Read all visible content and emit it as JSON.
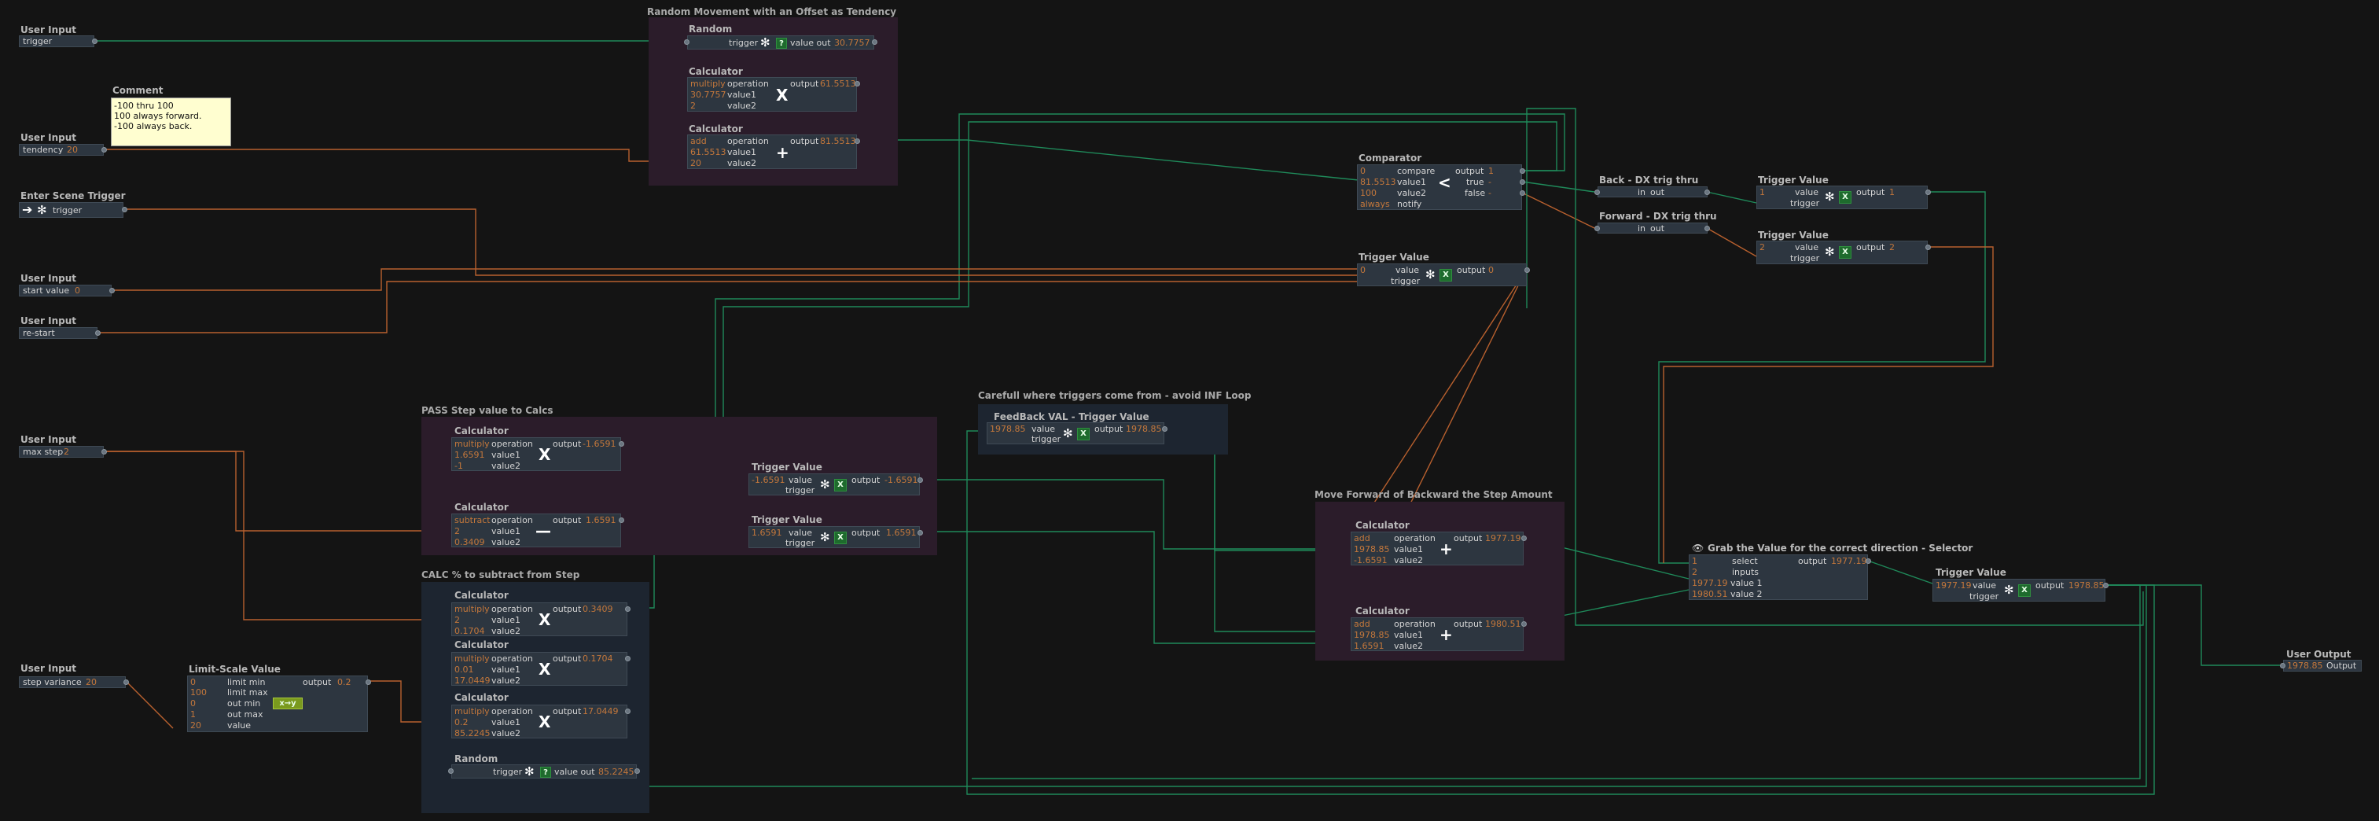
{
  "groups": {
    "random_movement": "Random Movement with an Offset as Tendency",
    "pass_step": "PASS Step value to Calcs",
    "calc_pct": "CALC % to subtract from Step",
    "feedback": "Carefull where triggers come from - avoid INF Loop",
    "move_forward": "Move Forward of Backward the Step Amount"
  },
  "user_input_trigger": {
    "title": "User Input",
    "label": "trigger"
  },
  "comment": {
    "title": "Comment",
    "text": "-100 thru 100\n100 always forward.\n-100 always back."
  },
  "user_input_tendency": {
    "title": "User Input",
    "label": "tendency",
    "value": "20"
  },
  "enter_scene": {
    "title": "Enter Scene Trigger",
    "label": "trigger"
  },
  "user_input_start": {
    "title": "User Input",
    "label": "start value",
    "value": "0"
  },
  "user_input_restart": {
    "title": "User Input",
    "label": "re-start"
  },
  "user_input_maxstep": {
    "title": "User Input",
    "label": "max step",
    "value": "2"
  },
  "user_input_variance": {
    "title": "User Input",
    "label": "step variance",
    "value": "20"
  },
  "limit_scale": {
    "title": "Limit-Scale Value",
    "rows": [
      {
        "in": "0",
        "label": "limit min"
      },
      {
        "in": "100",
        "label": "limit max"
      },
      {
        "in": "0",
        "label": "out min"
      },
      {
        "in": "1",
        "label": "out max"
      },
      {
        "in": "20",
        "label": "value"
      }
    ],
    "output_label": "output",
    "output_value": "0.2",
    "icon": "x→y"
  },
  "random_top": {
    "title": "Random",
    "trigger": "trigger",
    "out_label": "value out",
    "out_value": "30.7757"
  },
  "calc_r1": {
    "title": "Calculator",
    "op_in": "multiply",
    "v1_in": "30.7757",
    "v2_in": "2",
    "op": "X",
    "out": "61.5513"
  },
  "calc_r2": {
    "title": "Calculator",
    "op_in": "add",
    "v1_in": "61.5513",
    "v2_in": "20",
    "op": "+",
    "out": "81.5513"
  },
  "comparator": {
    "title": "Comparator",
    "rows": [
      {
        "in": "0",
        "label": "compare"
      },
      {
        "in": "81.5513",
        "label": "value1"
      },
      {
        "in": "100",
        "label": "value2"
      },
      {
        "in": "always",
        "label": "notify"
      }
    ],
    "op": "<",
    "outputs": [
      {
        "label": "output",
        "value": "1"
      },
      {
        "label": "true",
        "value": "-"
      },
      {
        "label": "false",
        "value": "-"
      }
    ]
  },
  "back_dx": {
    "title": "Back - DX trig thru",
    "in": "in",
    "out": "out"
  },
  "forward_dx": {
    "title": "Forward - DX trig thru",
    "in": "in",
    "out": "out"
  },
  "tv_right1": {
    "title": "Trigger Value",
    "in": "1",
    "value_label": "value",
    "trigger_label": "trigger",
    "out_label": "output",
    "out": "1"
  },
  "tv_right2": {
    "title": "Trigger Value",
    "in": "2",
    "value_label": "value",
    "trigger_label": "trigger",
    "out_label": "output",
    "out": "2"
  },
  "tv_start": {
    "title": "Trigger Value",
    "in": "0",
    "value_label": "value",
    "trigger_label": "trigger",
    "out_label": "output",
    "out": "0"
  },
  "feedback_tv": {
    "title": "FeedBack VAL - Trigger Value",
    "in": "1978.85",
    "value_label": "value",
    "trigger_label": "trigger",
    "out_label": "output",
    "out": "1978.85"
  },
  "pass_c1": {
    "title": "Calculator",
    "op_in": "multiply",
    "v1_in": "1.6591",
    "v2_in": "-1",
    "op": "X",
    "out": "-1.6591"
  },
  "pass_c2": {
    "title": "Calculator",
    "op_in": "subtract",
    "v1_in": "2",
    "v2_in": "0.3409",
    "op": "—",
    "out": "1.6591"
  },
  "pass_tv1": {
    "title": "Trigger Value",
    "in": "-1.6591",
    "value_label": "value",
    "trigger_label": "trigger",
    "out_label": "output",
    "out": "-1.6591"
  },
  "pass_tv2": {
    "title": "Trigger Value",
    "in": "1.6591",
    "value_label": "value",
    "trigger_label": "trigger",
    "out_label": "output",
    "out": "1.6591"
  },
  "pct_c1": {
    "title": "Calculator",
    "op_in": "multiply",
    "v1_in": "2",
    "v2_in": "0.1704",
    "op": "X",
    "out": "0.3409"
  },
  "pct_c2": {
    "title": "Calculator",
    "op_in": "multiply",
    "v1_in": "0.01",
    "v2_in": "17.0449",
    "op": "X",
    "out": "0.1704"
  },
  "pct_c3": {
    "title": "Calculator",
    "op_in": "multiply",
    "v1_in": "0.2",
    "v2_in": "85.2245",
    "op": "X",
    "out": "17.0449"
  },
  "random_bottom": {
    "title": "Random",
    "trigger": "trigger",
    "out_label": "value out",
    "out_value": "85.2245"
  },
  "move_c1": {
    "title": "Calculator",
    "op_in": "add",
    "v1_in": "1978.85",
    "v2_in": "-1.6591",
    "op": "+",
    "out": "1977.19"
  },
  "move_c2": {
    "title": "Calculator",
    "op_in": "add",
    "v1_in": "1978.85",
    "v2_in": "1.6591",
    "op": "+",
    "out": "1980.51"
  },
  "selector": {
    "title": "Grab the Value for the correct direction - Selector",
    "rows": [
      {
        "in": "1",
        "label": "select"
      },
      {
        "in": "2",
        "label": "inputs"
      },
      {
        "in": "1977.19",
        "label": "value 1"
      },
      {
        "in": "1980.51",
        "label": "value 2"
      }
    ],
    "out_label": "output",
    "out": "1977.19"
  },
  "tv_final": {
    "title": "Trigger Value",
    "in": "1977.19",
    "value_label": "value",
    "trigger_label": "trigger",
    "out_label": "output",
    "out": "1978.85"
  },
  "user_output": {
    "title": "User Output",
    "value": "1978.85",
    "label": "Output"
  },
  "labels": {
    "operation": "operation",
    "value1": "value1",
    "value2": "value2",
    "output": "output"
  },
  "colors": {
    "background": "#141414",
    "node": "#2d3640",
    "group_purple": "#2b1c2a",
    "group_blue": "#1d2530",
    "wire_green": "#1f8a5a",
    "wire_orange": "#b8602e",
    "value_orange": "#c3773b"
  },
  "icons": {
    "trigger": "gear-icon",
    "button": "green-x-button",
    "enter": "arrow-right-icon",
    "eye": "eye-icon"
  }
}
